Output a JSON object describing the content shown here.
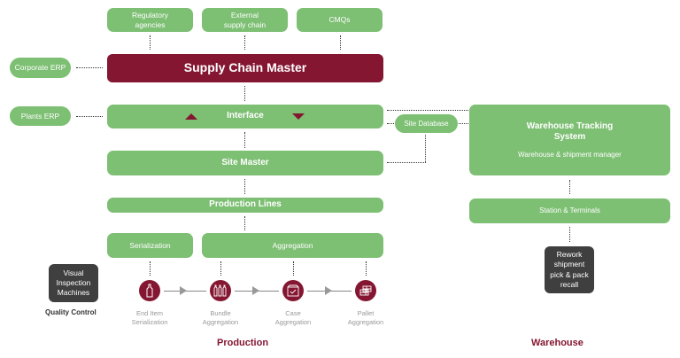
{
  "external_sources": [
    {
      "label": "Regulatory\nagencies"
    },
    {
      "label": "External\nsupply chain"
    },
    {
      "label": "CMQs"
    }
  ],
  "corporate_erp": "Corporate ERP",
  "plants_erp": "Plants ERP",
  "supply_chain_master": "Supply Chain Master",
  "interface": "Interface",
  "site_database": "Site Database",
  "site_master": "Site Master",
  "production_lines": "Production Lines",
  "serialization": "Serialization",
  "aggregation": "Aggregation",
  "warehouse_tracking": {
    "title": "Warehouse Tracking\nSystem",
    "subtitle": "Warehouse & shipment manager"
  },
  "station_terminals": "Station & Terminals",
  "rework": "Rework\nshipment\npick & pack\nrecall",
  "visual_inspection": "Visual\nInspection\nMachines",
  "quality_control": "Quality Control",
  "steps": [
    {
      "label": "End Item\nSerialization",
      "icon": "bottle-icon"
    },
    {
      "label": "Bundle\nAggregation",
      "icon": "bottles-bundle-icon"
    },
    {
      "label": "Case\nAggregation",
      "icon": "case-box-icon"
    },
    {
      "label": "Pallet\nAggregation",
      "icon": "pallet-icon"
    }
  ],
  "sections": {
    "production": "Production",
    "warehouse": "Warehouse"
  },
  "colors": {
    "green": "#7dbf73",
    "maroon": "#841631",
    "dark": "#3f3f3f"
  }
}
